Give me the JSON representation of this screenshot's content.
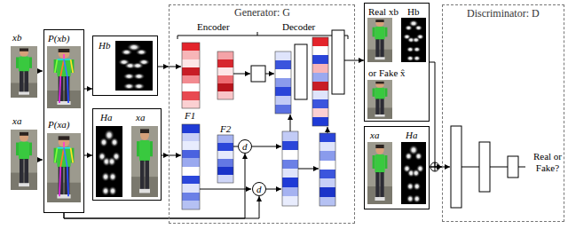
{
  "diagram": {
    "nodes": [
      {
        "text": [
          "P(xb)",
          "P(xa)"
        ]
      },
      {
        "text": [
          "Hb"
        ]
      },
      {
        "text": [
          "Ha",
          "xa"
        ]
      },
      {
        "text": [
          "Generator: G"
        ]
      },
      {
        "text": [
          "d"
        ],
        "in": 3
      },
      {
        "text": [
          "d"
        ],
        "in": 3
      },
      {
        "text": [
          "Real xb",
          "Hb",
          "or Fake x̂"
        ]
      },
      {
        "text": [
          "xa",
          "Ha"
        ]
      },
      {
        "text": [
          "Discriminator: D"
        ]
      }
    ],
    "edges": [
      {
        "from": 0,
        "to": 1,
        "arrow": "to"
      },
      {
        "from": 0,
        "to": 2,
        "arrow": "to"
      },
      {
        "from": 1,
        "to": 3,
        "arrow": "to"
      },
      {
        "from": 2,
        "to": 3,
        "arrow": "to"
      },
      {
        "from": 0,
        "to": 4,
        "arrow": "to"
      },
      {
        "from": 0,
        "to": 5,
        "arrow": "to"
      },
      {
        "from": 3,
        "to": 6,
        "arrow": "to"
      },
      {
        "from": 6,
        "to": 8,
        "arrow": "to"
      },
      {
        "from": 7,
        "to": 8,
        "arrow": "to"
      }
    ],
    "labels": [
      "xb",
      "xa",
      "Encoder",
      "Decoder",
      "F1",
      "F2",
      "Real or Fake?"
    ]
  }
}
